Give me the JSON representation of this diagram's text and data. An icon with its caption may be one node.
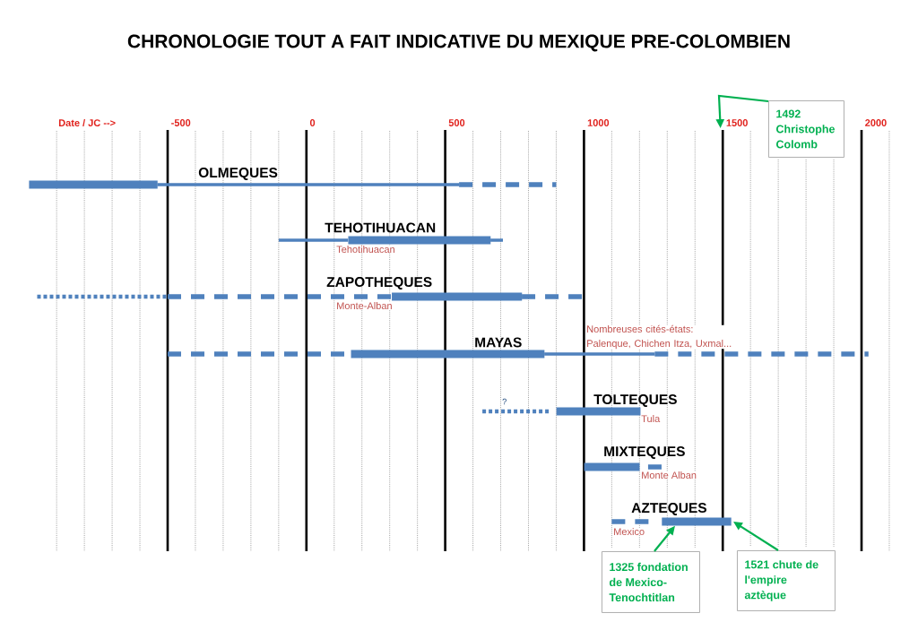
{
  "diagram": {
    "title": "CHRONOLOGIE TOUT A FAIT INDICATIVE DU MEXIQUE PRE-COLOMBIEN",
    "nodes": [
      {
        "text": [
          "1492 Christophe Colomb"
        ]
      },
      {
        "text": [
          "1500"
        ]
      },
      {
        "text": [
          "OLMEQUES"
        ]
      },
      {
        "text": [
          "TEHOTIHUACAN",
          "Tehotihuacan"
        ]
      },
      {
        "text": [
          "ZAPOTHEQUES",
          "Monte-Alban"
        ]
      },
      {
        "text": [
          "MAYAS",
          "Nombreuses cités-états: Palenque, Chichen Itza, Uxmal..."
        ]
      },
      {
        "text": [
          "TOLTEQUES"
        ],
        "beside": [
          "?",
          "Tula"
        ]
      },
      {
        "text": [
          "MIXTEQUES",
          "Monte Alban"
        ]
      },
      {
        "text": [
          "AZTEQUES",
          "Mexico"
        ]
      },
      {
        "text": [
          "1325 fondation de Mexico-Tenochtitlan"
        ]
      },
      {
        "text": [
          "1521 chute de l'empire aztèque"
        ]
      }
    ],
    "edges": [
      {
        "from": 0,
        "to": 1,
        "arrow": "to"
      },
      {
        "from": 9,
        "to": 8,
        "arrow": "to"
      },
      {
        "from": 10,
        "to": 8,
        "arrow": "to"
      }
    ],
    "labels": [
      "Date / JC -->",
      "-500",
      "0",
      "500",
      "1000",
      "2000"
    ]
  }
}
